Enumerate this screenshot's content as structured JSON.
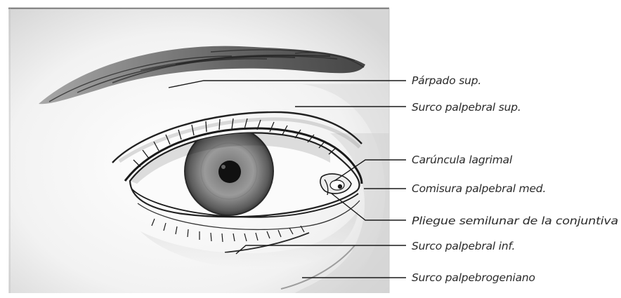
{
  "labels": {
    "parpado_sup": "Párpado sup.",
    "surco_palpebral_sup": "Surco palpebral sup.",
    "caruncula_lagrimal": "Carúncula lagrimal",
    "comisura_palpebral_med": "Comisura palpebral med.",
    "pliegue_semilunar": "Pliegue semilunar de la conjuntiva",
    "surco_palpebral_inf": "Surco palpebral inf.",
    "surco_palpebrogeniano": "Surco palpebrogeniano"
  },
  "colors": {
    "ink": "#1a1a1a",
    "label_text": "#2a2a2a",
    "paper": "#ffffff",
    "skin_shade": "#d9d9d9",
    "iris": "#8a8a8a",
    "pupil": "#111111"
  }
}
